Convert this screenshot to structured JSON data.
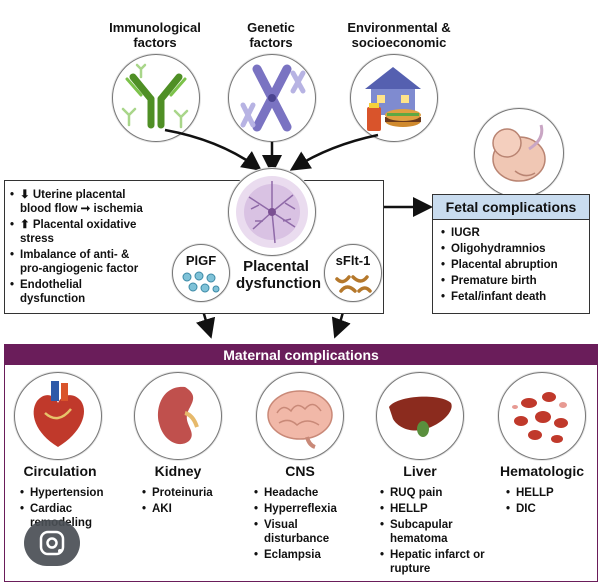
{
  "factors": [
    {
      "label": "Immunological\nfactors"
    },
    {
      "label": "Genetic\nfactors"
    },
    {
      "label": "Environmental &\nsocioeconomic"
    }
  ],
  "central": {
    "mechanisms": [
      {
        "text": "⬇ Uterine placental blood flow ➞ ischemia"
      },
      {
        "text": "⬆ Placental oxidative stress"
      },
      {
        "text": "Imbalance of anti- & pro-angiogenic factor"
      },
      {
        "text": "Endothelial dysfunction"
      }
    ],
    "plgf_label": "PlGF",
    "sflt_label": "sFlt-1",
    "placental_label": "Placental\ndysfunction"
  },
  "fetal": {
    "title": "Fetal complications",
    "items": [
      "IUGR",
      "Oligohydramnios",
      "Placental abruption",
      "Premature birth",
      "Fetal/infant death"
    ]
  },
  "maternal": {
    "title": "Maternal complications",
    "organs": [
      {
        "title": "Circulation",
        "items": [
          "Hypertension",
          "Cardiac remodeling"
        ]
      },
      {
        "title": "Kidney",
        "items": [
          "Proteinuria",
          "AKI"
        ]
      },
      {
        "title": "CNS",
        "items": [
          "Headache",
          "Hyperreflexia",
          "Visual disturbance",
          "Eclampsia"
        ]
      },
      {
        "title": "Liver",
        "items": [
          "RUQ pain",
          "HELLP",
          "Subcapular hematoma",
          "Hepatic infarct or rupture"
        ]
      },
      {
        "title": "Hematologic",
        "items": [
          "HELLP",
          "DIC"
        ]
      }
    ]
  },
  "colors": {
    "fetal_header": "#c9dcef",
    "maternal_header": "#6a1d5a",
    "antibody": "#5aa02c",
    "chromosome": "#8b86c9",
    "heart": "#c0392b",
    "kidney": "#c0504d",
    "brain": "#f1b8a8",
    "liver": "#8b2b1e",
    "blood": "#c0392b"
  },
  "icons": [
    "antibody-icon",
    "chromosome-icon",
    "house-food-icon",
    "fetus-icon",
    "placenta-icon",
    "plgf-icon",
    "sflt1-icon",
    "heart-icon",
    "kidney-icon",
    "brain-icon",
    "liver-icon",
    "blood-cells-icon",
    "lens-icon"
  ]
}
